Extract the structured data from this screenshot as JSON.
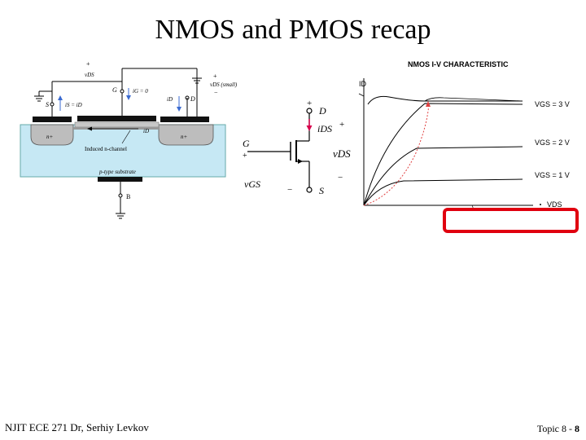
{
  "slide": {
    "title": "NMOS and PMOS recap",
    "footer_left": "NJIT ECE 271  Dr, Serhiy Levkov",
    "footer_page_prefix": "Topic 8 - ",
    "footer_page_number": "8"
  },
  "cross_section": {
    "plus_top": "+",
    "vds_label": "vDS",
    "g_label": "G",
    "ig_label": "iG = 0",
    "plus_right": "+",
    "vds_small_label": "vDS (small)",
    "minus_right": "−",
    "s_label": "S",
    "is_label": "iS = iD",
    "id_label_right": "iD",
    "d_label": "D",
    "n_plus_left": "n+",
    "n_plus_right": "n+",
    "id_channel_label": "iD",
    "induced_label": "Induced n-channel",
    "substrate_label": "p-type substrate",
    "b_label": "B"
  },
  "symbol": {
    "plus_top": "+",
    "d_label": "D",
    "ids_label": "iDS",
    "plus_right": "+",
    "g_label": "G",
    "vds_label": "vDS",
    "vgs_label": "vGS",
    "minus_right": "−",
    "minus_bottom": "−",
    "s_label": "S",
    "plus_left": "+"
  },
  "iv_chart": {
    "title": "NMOS I-V CHARACTERISTIC",
    "y_label": "ID",
    "x_label": "VDS",
    "curve_labels": [
      "VGS = 3 V",
      "VGS = 2 V",
      "VGS = 1 V"
    ],
    "highlight_color": "#e0000f",
    "parabola_color": "#e04040"
  },
  "colors": {
    "substrate": "#c6e8f4",
    "metal": "#111111",
    "oxide": "#c8c8c8",
    "n_region": "#bdbdbd"
  }
}
